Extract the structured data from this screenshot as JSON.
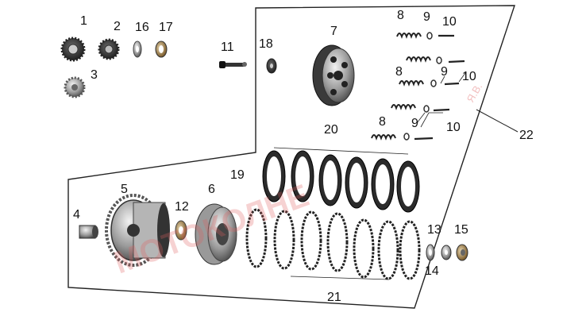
{
  "diagram": {
    "callouts": [
      "1",
      "2",
      "3",
      "4",
      "5",
      "6",
      "7",
      "8",
      "8",
      "8",
      "9",
      "9",
      "9",
      "10",
      "10",
      "10",
      "11",
      "12",
      "13",
      "14",
      "15",
      "16",
      "17",
      "18",
      "19",
      "20",
      "21",
      "22"
    ],
    "watermark": "МОТОКОЛНЕ",
    "watermark_suffix": "Я.В."
  }
}
